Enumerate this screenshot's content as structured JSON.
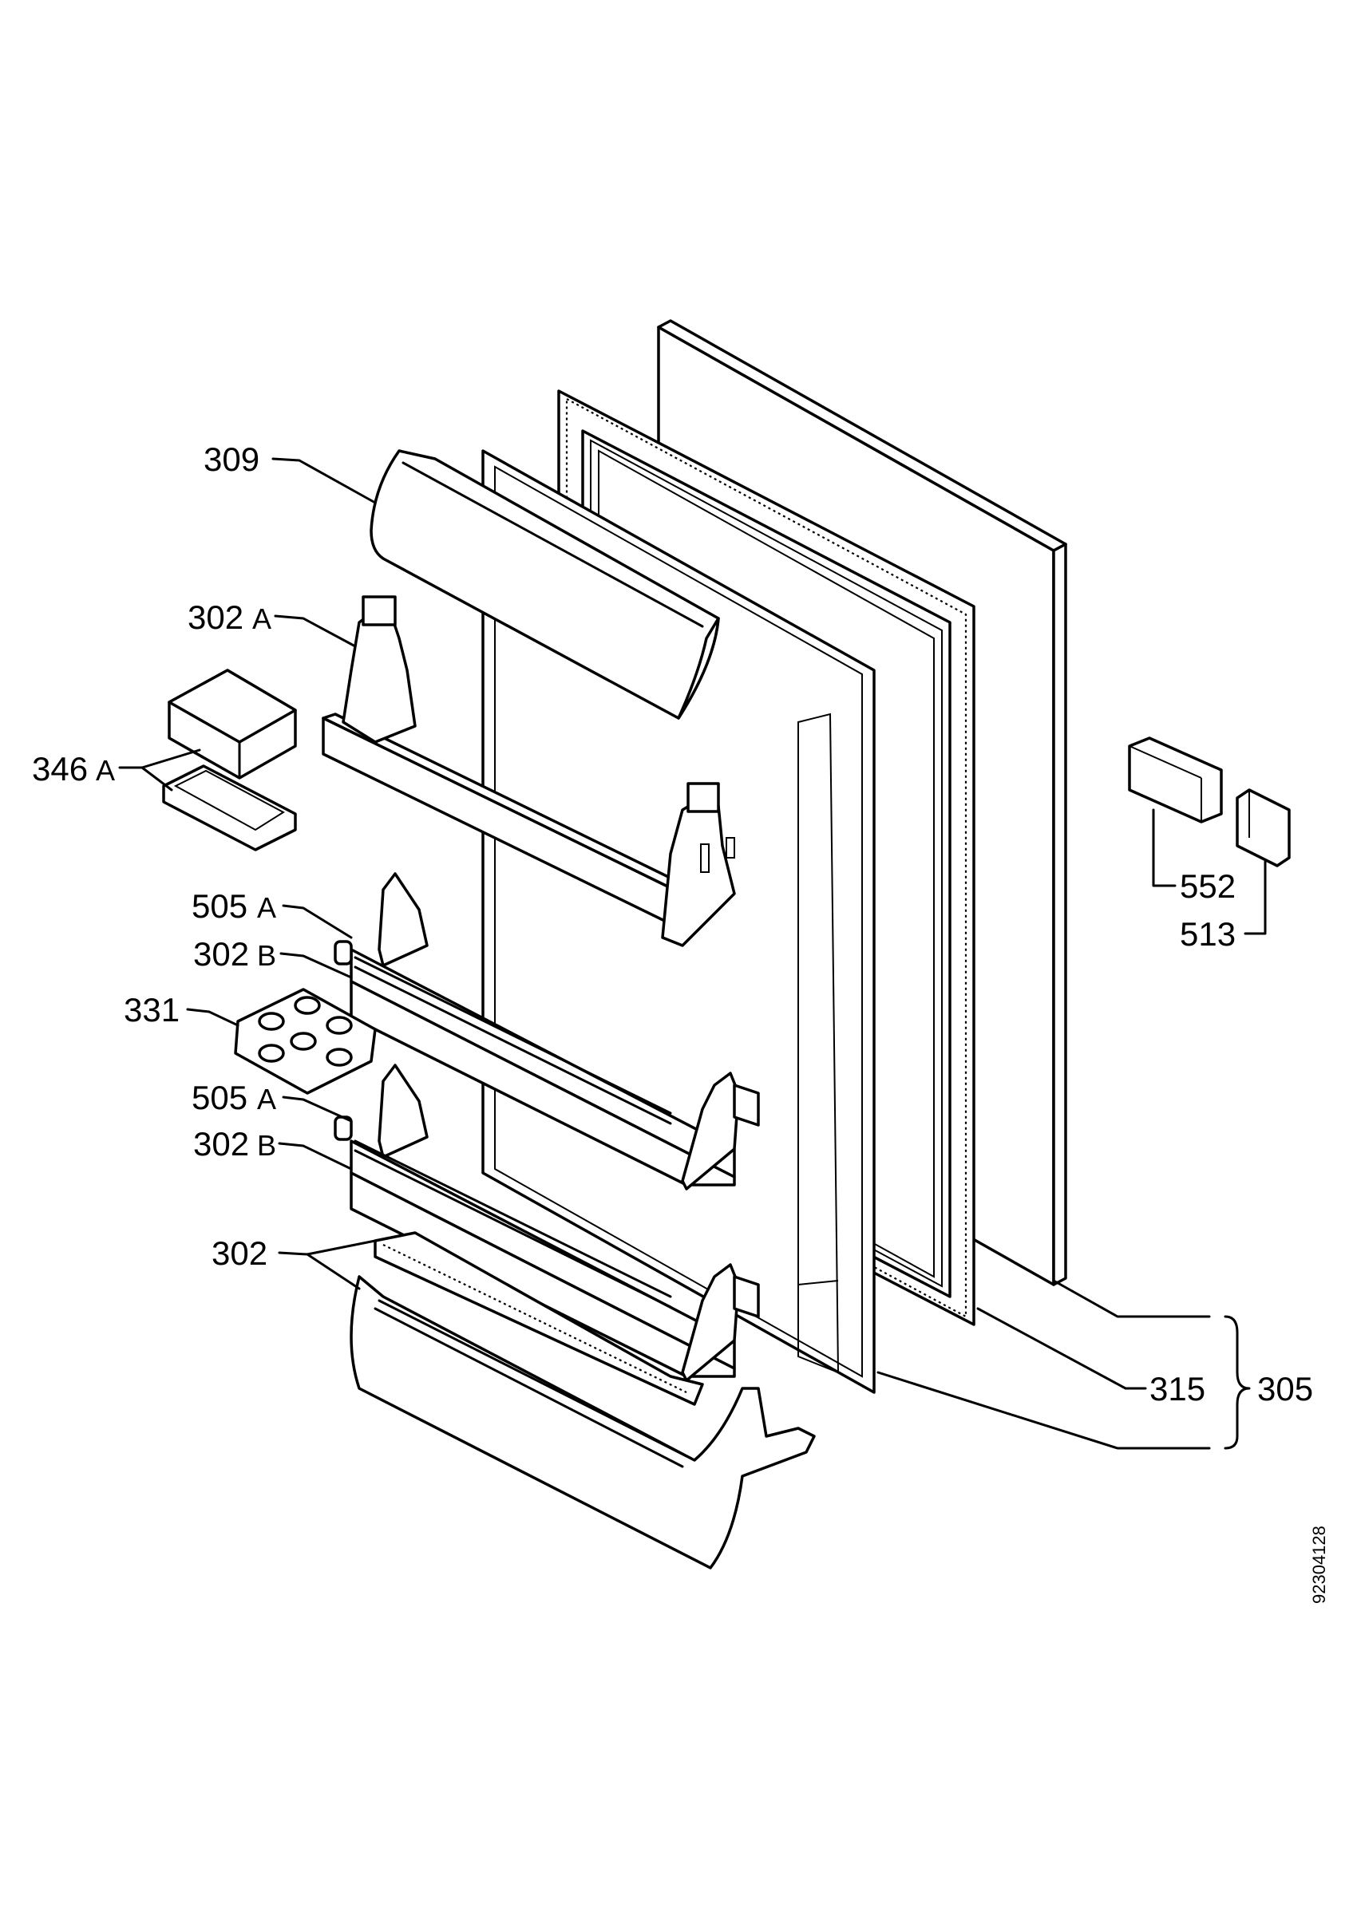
{
  "diagram": {
    "labels": {
      "l309": "309",
      "l302a": "302",
      "l302a_suffix": "A",
      "l346a": "346",
      "l346a_suffix": "A",
      "l505a_1": "505",
      "l505a_1_suffix": "A",
      "l302b_1": "302",
      "l302b_1_suffix": "B",
      "l331": "331",
      "l505a_2": "505",
      "l505a_2_suffix": "A",
      "l302b_2": "302",
      "l302b_2_suffix": "B",
      "l302": "302",
      "l552": "552",
      "l513": "513",
      "l315": "315",
      "l305": "305"
    },
    "drawing_number": "92304128"
  }
}
